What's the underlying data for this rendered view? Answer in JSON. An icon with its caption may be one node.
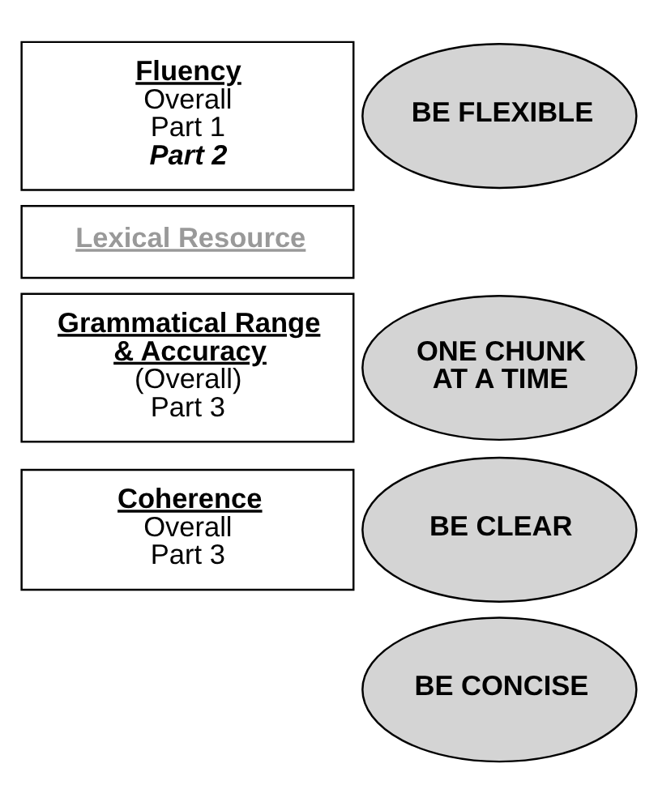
{
  "diagram": {
    "nodes": [
      {
        "text": [
          "Fluency",
          "Overall",
          "Part 1",
          "Part 2"
        ]
      },
      {
        "text": [
          "Lexical Resource"
        ]
      },
      {
        "text": [
          "Grammatical Range & Accuracy",
          "(Overall)",
          "Part 3"
        ]
      },
      {
        "text": [
          "Coherence",
          "Overall",
          "Part 3"
        ]
      },
      {
        "text": [
          "BE FLEXIBLE"
        ]
      },
      {
        "text": [
          "ONE CHUNK AT A TIME"
        ]
      },
      {
        "text": [
          "BE CLEAR"
        ]
      },
      {
        "text": [
          "BE CONCISE"
        ]
      }
    ],
    "edges": []
  }
}
